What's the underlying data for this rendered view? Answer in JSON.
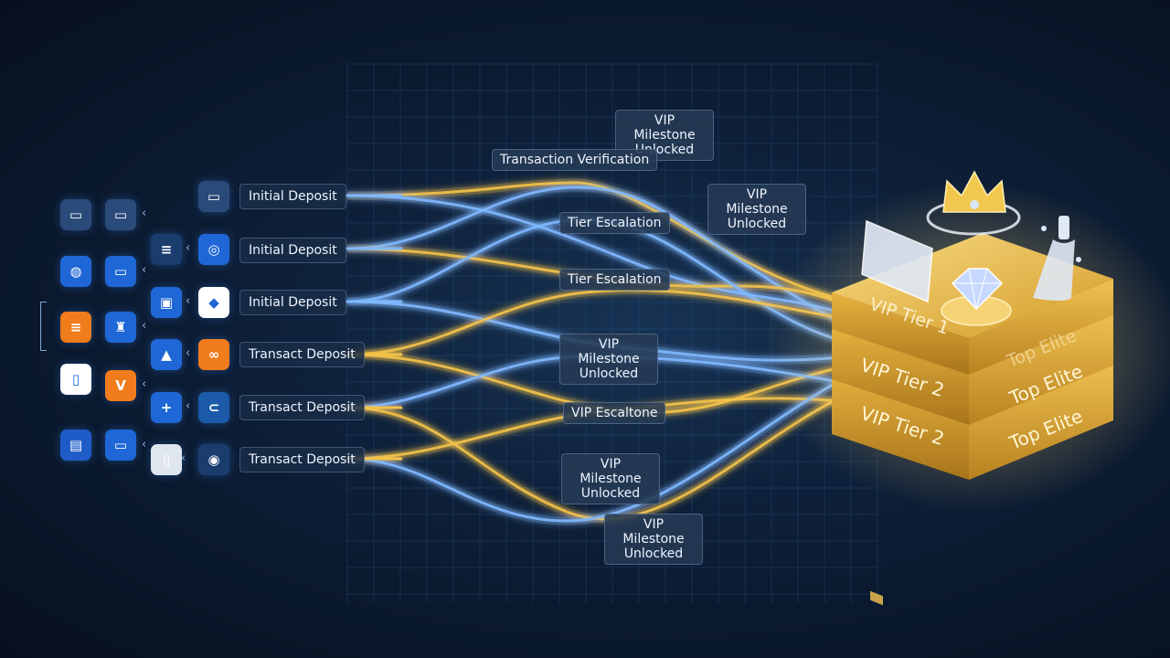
{
  "sources": [
    {
      "label": "Initial Deposit"
    },
    {
      "label": "Initial Deposit"
    },
    {
      "label": "Initial Deposit"
    },
    {
      "label": "Transact Deposit"
    },
    {
      "label": "Transact Deposit"
    },
    {
      "label": "Transact Deposit"
    }
  ],
  "tags": {
    "vip1": "VIP Milestone Unlocked",
    "verify": "Transaction Verification",
    "vip2": "VIP Milestone Unlocked",
    "tier1": "Tier Escalation",
    "tier2": "Tier Escalation",
    "vip3": "VIP Milestone Unlocked",
    "esc": "VIP Escaltone",
    "vip4": "VIP Milestone Unlocked",
    "vip5": "VIP Milestone Unlocked"
  },
  "stack": {
    "layer1_left": "VIP Tier 1",
    "layer1_right": "Top Elite",
    "layer2_left": "VIP Tier 2",
    "layer2_right": "Top Elite",
    "layer3_left": "VIP Tier 2",
    "layer3_right": "Top Elite"
  },
  "icons": {
    "col1": [
      "wallet-icon",
      "payment-app-icon",
      "flag-icon",
      "phone-wallet-icon",
      "card-reader-icon"
    ],
    "col2": [
      "wallet-icon",
      "bank-card-icon",
      "bottle-app-icon",
      "vp-icon",
      "card-swipe-icon"
    ],
    "col3": [
      "flag-icon",
      "save-card-icon",
      "alert-icon",
      "plus-icon",
      "card-icon"
    ],
    "col4": [
      "wallet-icon",
      "crypto-icon",
      "diamond-card-icon",
      "chain-icon",
      "link-icon",
      "card-scan-icon"
    ]
  },
  "colors": {
    "gold": "#f3c24a",
    "blue": "#7fb8ff",
    "background": "#0d1e36"
  }
}
